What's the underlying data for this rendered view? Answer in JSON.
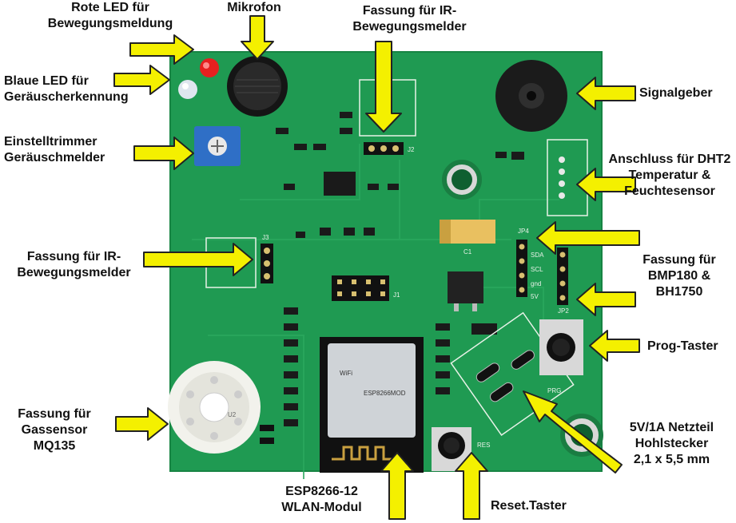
{
  "labels": {
    "rote_led": "Rote LED für\nBewegungsmeldung",
    "mikrofon": "Mikrofon",
    "fassung_ir_top": "Fassung für IR-\nBewegungsmelder",
    "blaue_led": "Blaue LED für\nGeräuscherkennung",
    "signalgeber": "Signalgeber",
    "einstelltrimmer": "Einstelltrimmer\nGeräuschmelder",
    "dht2": "Anschluss für DHT2\nTemperatur &\nFeuchtesensor",
    "fassung_ir_left": "Fassung für IR-\nBewegungsmelder",
    "bmp180": "Fassung für\nBMP180  &\nBH1750",
    "prog_taster": "Prog-Taster",
    "gassensor": "Fassung für\nGassensor\nMQ135",
    "netzteil": "5V/1A Netzteil\nHohlstecker\n2,1 x 5,5 mm",
    "esp": "ESP8266-12\nWLAN-Modul",
    "reset": "Reset.Taster"
  },
  "silkscreen": {
    "j2": "J2",
    "j3": "J3",
    "j1": "J1",
    "jp4": "JP4",
    "jp2": "JP2",
    "prg": "PRG",
    "res": "RES",
    "u2": "U2",
    "c1": "C1",
    "wifi": "WiFi",
    "thinker": "ESP8266MOD",
    "sda": "SDA",
    "scl": "SCL",
    "gnd": "gnd",
    "v5": "5V"
  },
  "colors": {
    "board": "#1f9a52",
    "arrow": "#f4f000",
    "arrow_stroke": "#222222"
  }
}
